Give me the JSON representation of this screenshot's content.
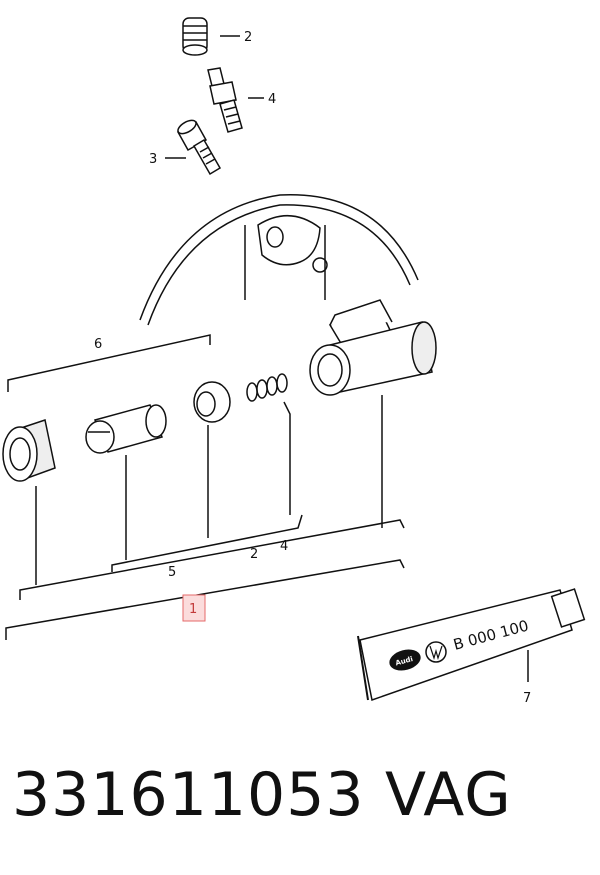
{
  "diagram": {
    "callouts": {
      "c1": "1",
      "c2_top": "2",
      "c2_bottom": "2",
      "c3": "3",
      "c4_top": "4",
      "c4_bottom": "4",
      "c5": "5",
      "c6": "6",
      "c7": "7"
    },
    "tube_text": "B 000 100",
    "logo_text": "Audi",
    "vw_logo": "vw-logo-icon",
    "highlight_color": "#fbdcdc"
  },
  "footer": {
    "part_number": "331611053",
    "brand": "VAG"
  }
}
